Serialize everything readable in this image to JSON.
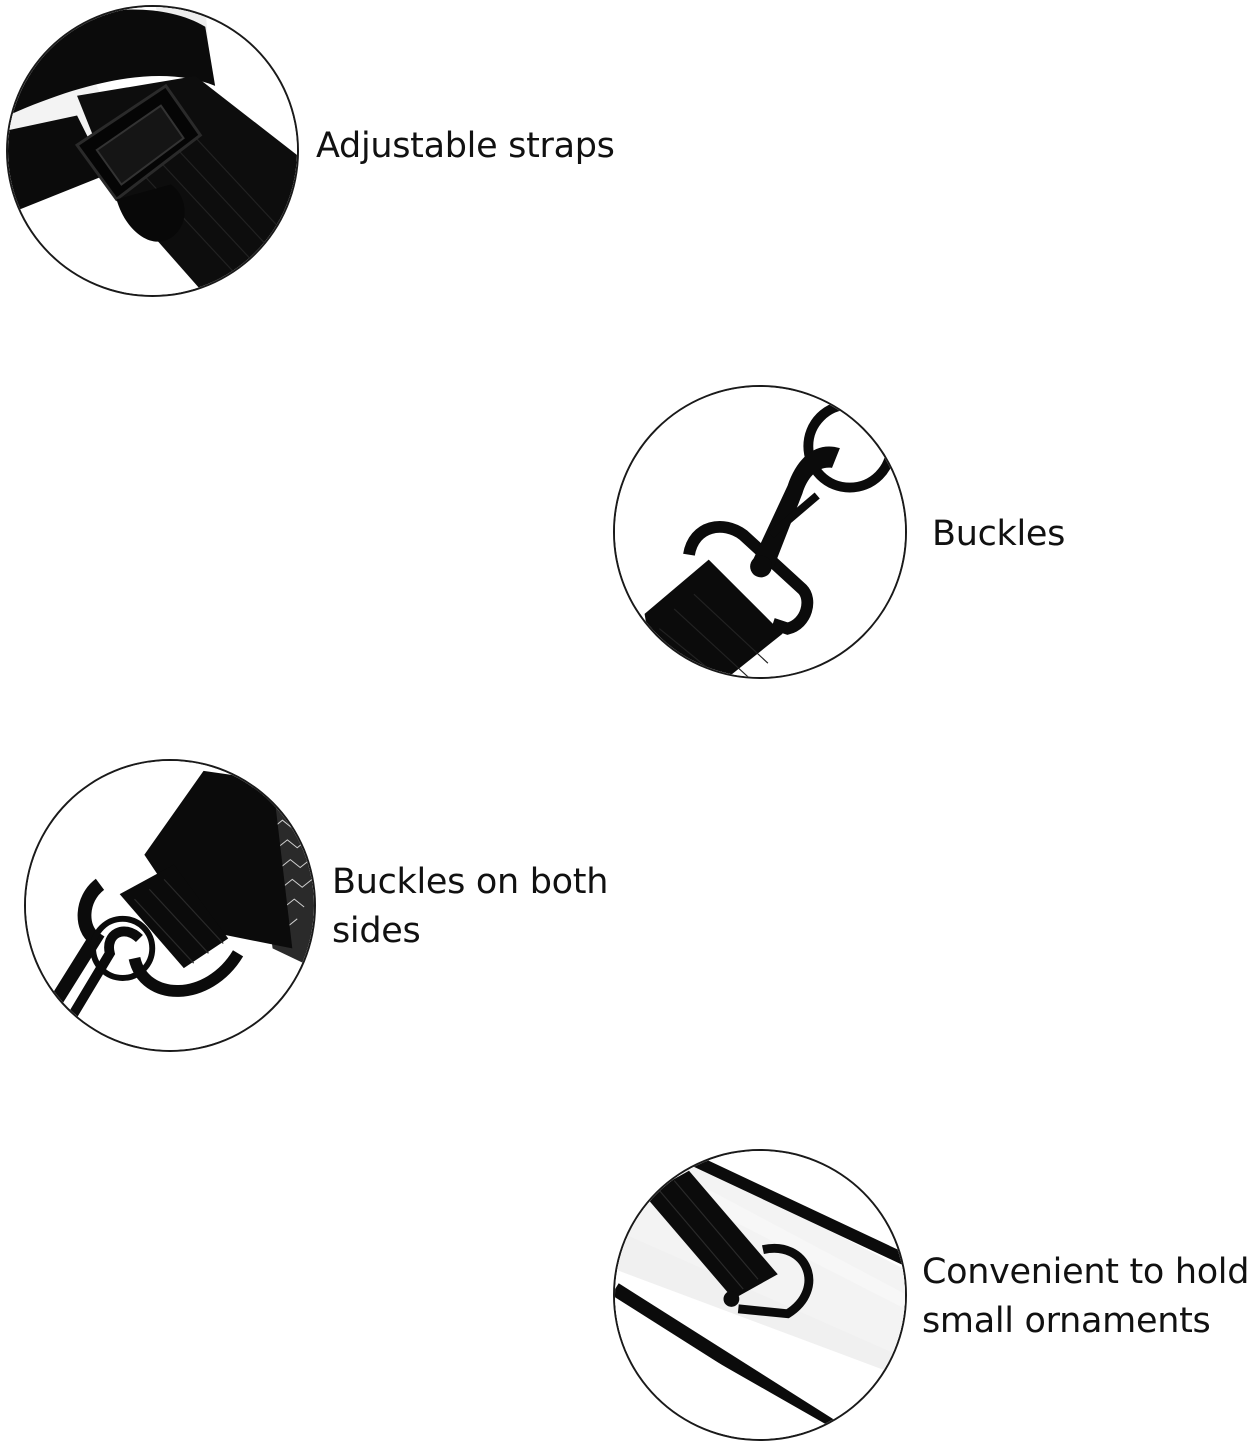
{
  "colors": {
    "background": "#ffffff",
    "strap": "#0b0b0b",
    "fabric": "#f3f3f3",
    "outline": "#1a1a1a",
    "text": "#111111"
  },
  "features": [
    {
      "name": "adjustable-straps",
      "icon": "strap-slider-icon",
      "lines": [
        "Adjustable straps"
      ]
    },
    {
      "name": "buckles",
      "icon": "swivel-snap-hook-icon",
      "lines": [
        "Buckles"
      ]
    },
    {
      "name": "buckles-both-sides",
      "icon": "d-ring-hook-icon",
      "lines": [
        "Buckles on both",
        "sides"
      ]
    },
    {
      "name": "hold-ornaments",
      "icon": "d-ring-loop-icon",
      "lines": [
        "Convenient to hold",
        "small ornaments"
      ]
    }
  ]
}
